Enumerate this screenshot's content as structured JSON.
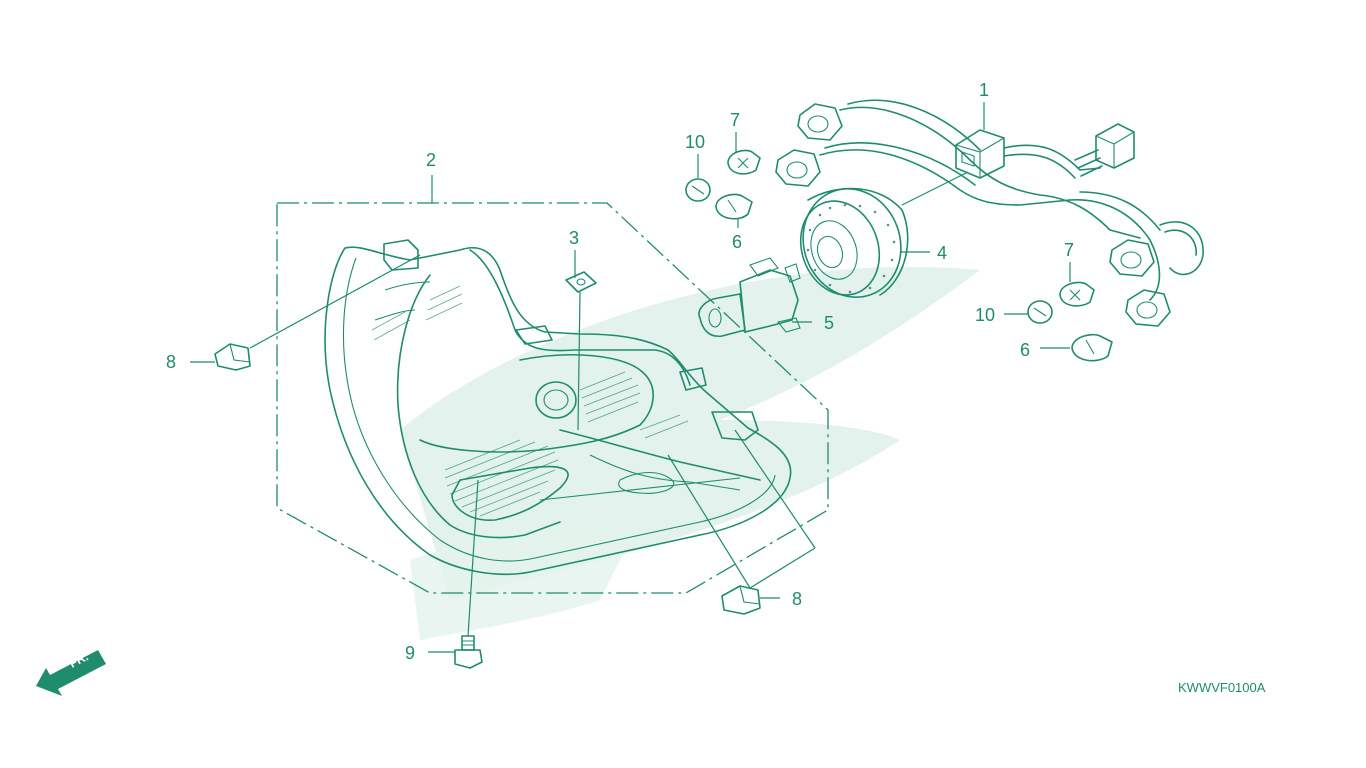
{
  "diagram": {
    "callouts": [
      {
        "id": "1",
        "text": "1"
      },
      {
        "id": "2",
        "text": "2"
      },
      {
        "id": "3",
        "text": "3"
      },
      {
        "id": "4",
        "text": "4"
      },
      {
        "id": "5",
        "text": "5"
      },
      {
        "id": "6a",
        "text": "6"
      },
      {
        "id": "6b",
        "text": "6"
      },
      {
        "id": "7a",
        "text": "7"
      },
      {
        "id": "7b",
        "text": "7"
      },
      {
        "id": "8a",
        "text": "8"
      },
      {
        "id": "8b",
        "text": "8"
      },
      {
        "id": "9",
        "text": "9"
      },
      {
        "id": "10a",
        "text": "10"
      },
      {
        "id": "10b",
        "text": "10"
      }
    ],
    "diagram_code": "KWWVF0100A",
    "front_indicator": "FR."
  },
  "colors": {
    "ink": "#1f8c6e",
    "watermark": "#e3f2ec",
    "background": "#ffffff"
  }
}
